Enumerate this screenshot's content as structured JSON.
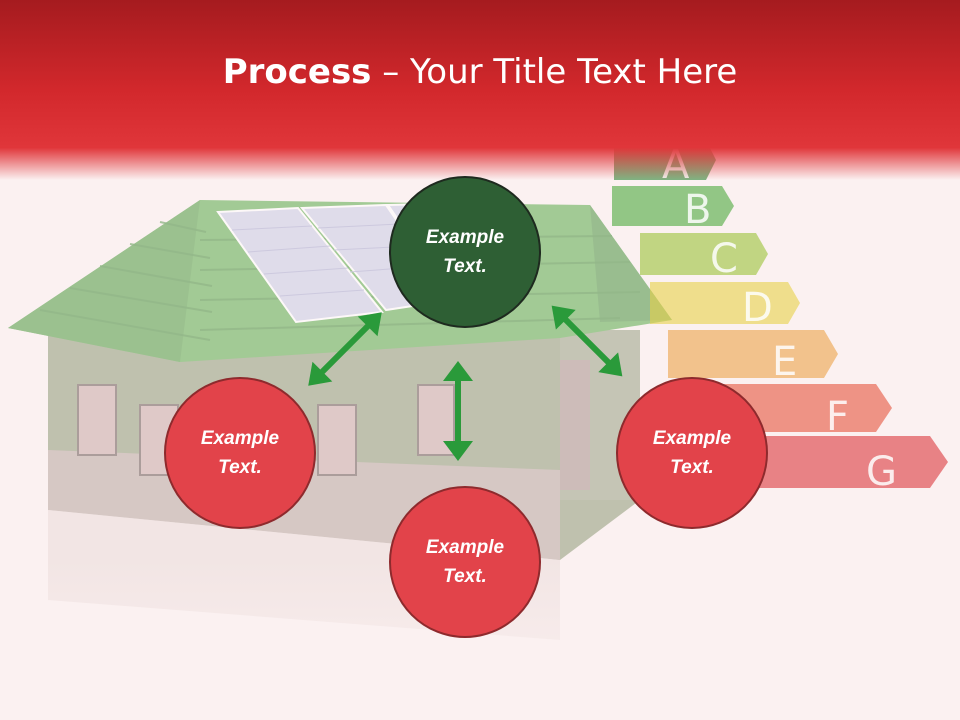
{
  "title": {
    "bold": "Process",
    "rest": " – Your Title Text Here"
  },
  "nodes": {
    "top": "Example\nText.",
    "left": "Example\nText.",
    "right": "Example\nText.",
    "bottom": "Example\nText."
  },
  "energy_rating_labels": [
    "A",
    "B",
    "C",
    "D",
    "E",
    "F",
    "G"
  ],
  "colors": {
    "header_red": "#dc2a2e",
    "node_red": "#e2434a",
    "node_green": "#2e5f34",
    "arrow_green": "#2a9a3a"
  }
}
